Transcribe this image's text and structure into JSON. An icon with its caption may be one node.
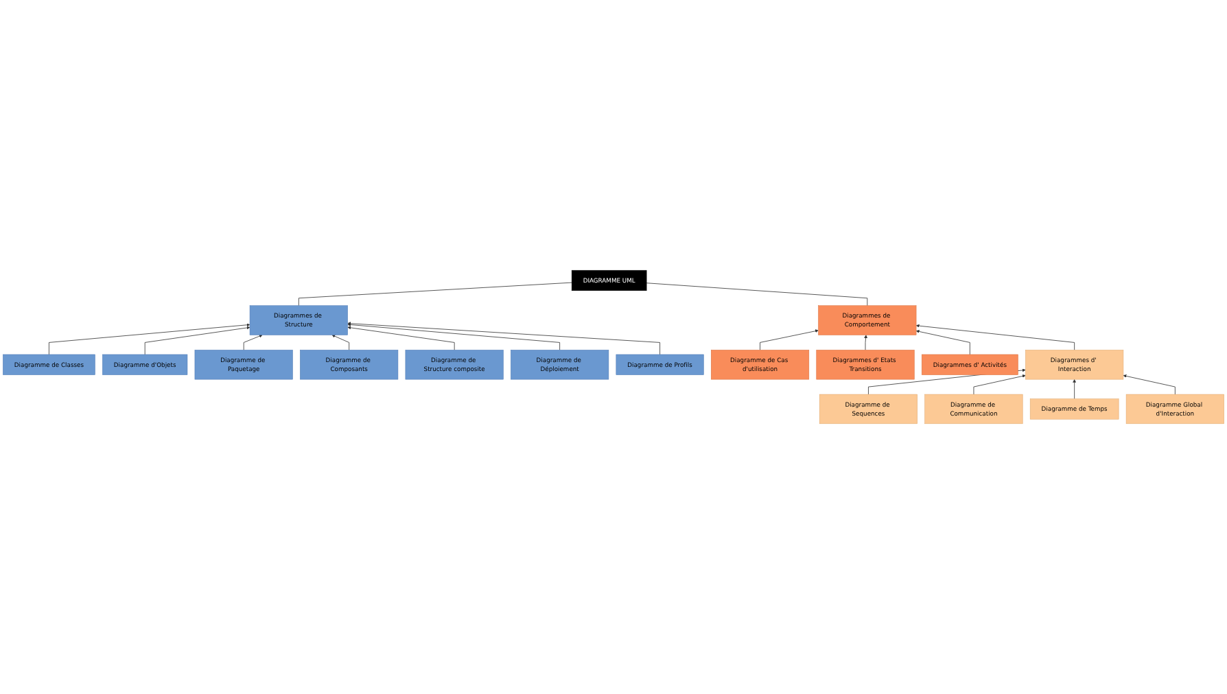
{
  "diagram": {
    "nodes": [
      {
        "text": [
          "DIAGRAMME UML"
        ]
      },
      {
        "text": [
          "Diagrammes de Structure"
        ]
      },
      {
        "text": [
          "Diagramme de Classes"
        ]
      },
      {
        "text": [
          "Diagramme d'Objets"
        ]
      },
      {
        "text": [
          "Diagramme de Paquetage"
        ]
      },
      {
        "text": [
          "Diagramme de Composants"
        ]
      },
      {
        "text": [
          "Diagramme de Structure composite"
        ]
      },
      {
        "text": [
          "Diagramme de Déploiement"
        ]
      },
      {
        "text": [
          "Diagramme de Profils"
        ]
      },
      {
        "text": [
          "Diagrammes de Comportement"
        ]
      },
      {
        "text": [
          "Diagramme de Cas d'utilisation"
        ]
      },
      {
        "text": [
          "Diagrammes d' Etats Transitions"
        ]
      },
      {
        "text": [
          "Diagrammes d' Activités"
        ]
      },
      {
        "text": [
          "Diagrammes d' Interaction"
        ]
      },
      {
        "text": [
          "Diagramme de Sequences"
        ]
      },
      {
        "text": [
          "Diagramme de Communication"
        ]
      },
      {
        "text": [
          "Diagramme de Temps"
        ]
      },
      {
        "text": [
          "Diagramme Global d'Interaction"
        ]
      }
    ],
    "edges": [
      {
        "from": 0,
        "to": 1,
        "arrow": "none"
      },
      {
        "from": 0,
        "to": 9,
        "arrow": "none"
      },
      {
        "from": 2,
        "to": 1,
        "arrow": "to"
      },
      {
        "from": 3,
        "to": 1,
        "arrow": "to"
      },
      {
        "from": 4,
        "to": 1,
        "arrow": "to"
      },
      {
        "from": 5,
        "to": 1,
        "arrow": "to"
      },
      {
        "from": 6,
        "to": 1,
        "arrow": "to"
      },
      {
        "from": 7,
        "to": 1,
        "arrow": "to"
      },
      {
        "from": 8,
        "to": 1,
        "arrow": "to"
      },
      {
        "from": 10,
        "to": 9,
        "arrow": "to"
      },
      {
        "from": 11,
        "to": 9,
        "arrow": "to"
      },
      {
        "from": 12,
        "to": 9,
        "arrow": "to"
      },
      {
        "from": 13,
        "to": 9,
        "arrow": "to"
      },
      {
        "from": 14,
        "to": 13,
        "arrow": "to"
      },
      {
        "from": 15,
        "to": 13,
        "arrow": "to"
      },
      {
        "from": 16,
        "to": 13,
        "arrow": "to"
      },
      {
        "from": 17,
        "to": 13,
        "arrow": "to"
      }
    ]
  }
}
